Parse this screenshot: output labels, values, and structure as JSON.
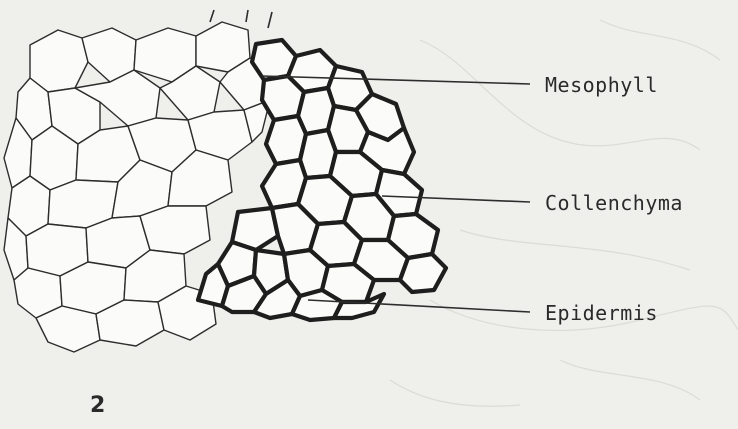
{
  "figure": {
    "number": "2",
    "labels": {
      "mesophyll": "Mesophyll",
      "collenchyma": "Collenchyma",
      "epidermis": "Epidermis"
    }
  }
}
